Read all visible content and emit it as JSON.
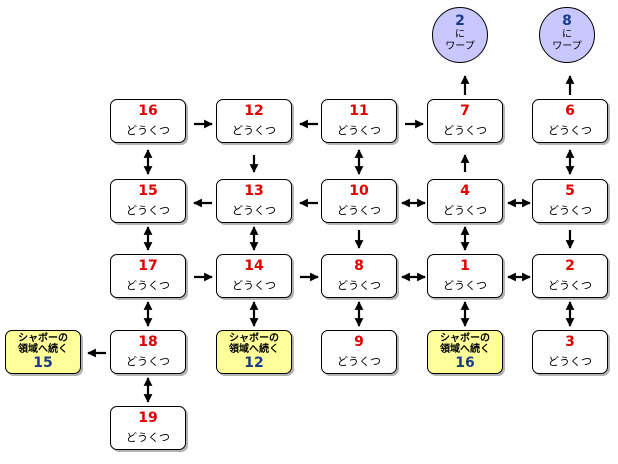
{
  "cave_label": "どうくつ",
  "caves": [
    {
      "id": "c16",
      "num": "16"
    },
    {
      "id": "c12",
      "num": "12"
    },
    {
      "id": "c11",
      "num": "11"
    },
    {
      "id": "c7",
      "num": "7"
    },
    {
      "id": "c6",
      "num": "6"
    },
    {
      "id": "c15",
      "num": "15"
    },
    {
      "id": "c13",
      "num": "13"
    },
    {
      "id": "c10",
      "num": "10"
    },
    {
      "id": "c4",
      "num": "4"
    },
    {
      "id": "c5",
      "num": "5"
    },
    {
      "id": "c17",
      "num": "17"
    },
    {
      "id": "c14",
      "num": "14"
    },
    {
      "id": "c8",
      "num": "8"
    },
    {
      "id": "c1",
      "num": "1"
    },
    {
      "id": "c2",
      "num": "2"
    },
    {
      "id": "c18",
      "num": "18"
    },
    {
      "id": "c9",
      "num": "9"
    },
    {
      "id": "c3",
      "num": "3"
    },
    {
      "id": "c19",
      "num": "19"
    }
  ],
  "regions": [
    {
      "id": "r15",
      "line1": "シャボーの",
      "line2": "領域へ続く",
      "num": "15"
    },
    {
      "id": "r12",
      "line1": "シャボーの",
      "line2": "領域へ続く",
      "num": "12"
    },
    {
      "id": "r16",
      "line1": "シャボーの",
      "line2": "領域へ続く",
      "num": "16"
    }
  ],
  "warps": [
    {
      "id": "w2",
      "num": "2",
      "line1": "に",
      "line2": "ワープ"
    },
    {
      "id": "w8",
      "num": "8",
      "line1": "に",
      "line2": "ワープ"
    }
  ],
  "colors": {
    "number": "#e00000",
    "region_fill": "#ffff99",
    "warp_fill": "#c8c8ff",
    "region_number": "#1a3a8c"
  }
}
